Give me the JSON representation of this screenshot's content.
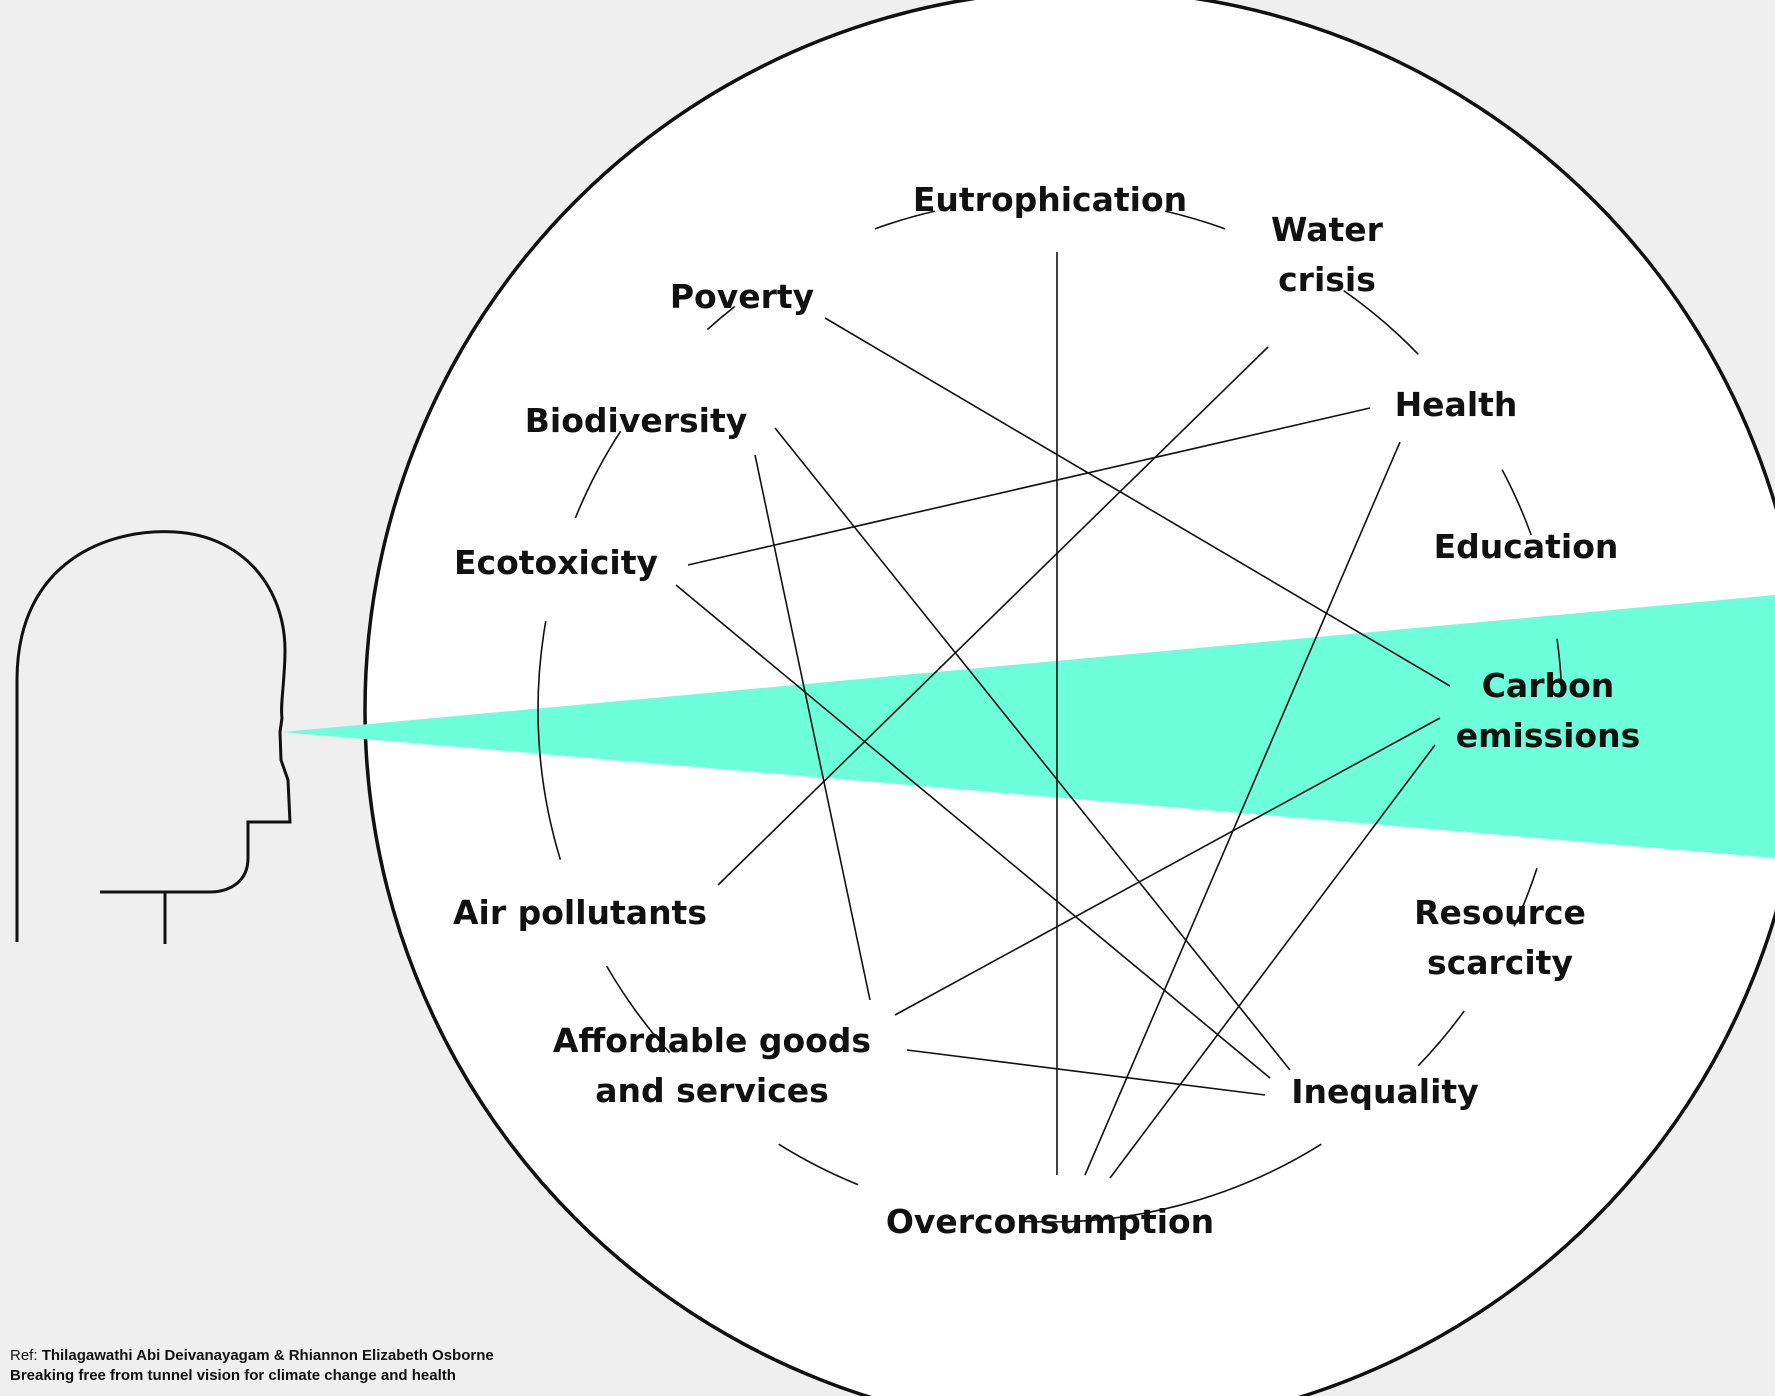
{
  "diagram": {
    "nodes": [
      {
        "id": "eutrophication",
        "lines": [
          "Eutrophication"
        ]
      },
      {
        "id": "water-crisis",
        "lines": [
          "Water",
          "crisis"
        ]
      },
      {
        "id": "poverty",
        "lines": [
          "Poverty"
        ]
      },
      {
        "id": "health",
        "lines": [
          "Health"
        ]
      },
      {
        "id": "biodiversity",
        "lines": [
          "Biodiversity"
        ]
      },
      {
        "id": "education",
        "lines": [
          "Education"
        ]
      },
      {
        "id": "ecotoxicity",
        "lines": [
          "Ecotoxicity"
        ]
      },
      {
        "id": "carbon-emissions",
        "lines": [
          "Carbon",
          "emissions"
        ]
      },
      {
        "id": "air-pollutants",
        "lines": [
          "Air pollutants"
        ]
      },
      {
        "id": "resource-scarcity",
        "lines": [
          "Resource",
          "scarcity"
        ]
      },
      {
        "id": "affordable-goods",
        "lines": [
          "Affordable goods",
          "and services"
        ]
      },
      {
        "id": "inequality",
        "lines": [
          "Inequality"
        ]
      },
      {
        "id": "overconsumption",
        "lines": [
          "Overconsumption"
        ]
      }
    ],
    "links": [
      [
        "eutrophication",
        "overconsumption"
      ],
      [
        "poverty",
        "carbon-emissions"
      ],
      [
        "water-crisis",
        "air-pollutants"
      ],
      [
        "health",
        "ecotoxicity"
      ],
      [
        "health",
        "overconsumption"
      ],
      [
        "biodiversity",
        "affordable-goods"
      ],
      [
        "biodiversity",
        "inequality"
      ],
      [
        "ecotoxicity",
        "inequality"
      ],
      [
        "carbon-emissions",
        "affordable-goods"
      ],
      [
        "carbon-emissions",
        "overconsumption"
      ],
      [
        "affordable-goods",
        "inequality"
      ]
    ],
    "colors": {
      "background": "#efefef",
      "circle_fill": "#ffffff",
      "beam": "#6dffd9",
      "stroke": "#111111",
      "text": "#111111"
    }
  },
  "reference": {
    "prefix": "Ref: ",
    "authors": "Thilagawathi Abi Deivanayagam & Rhiannon Elizabeth Osborne",
    "title": "Breaking free from tunnel vision for climate change and health"
  }
}
